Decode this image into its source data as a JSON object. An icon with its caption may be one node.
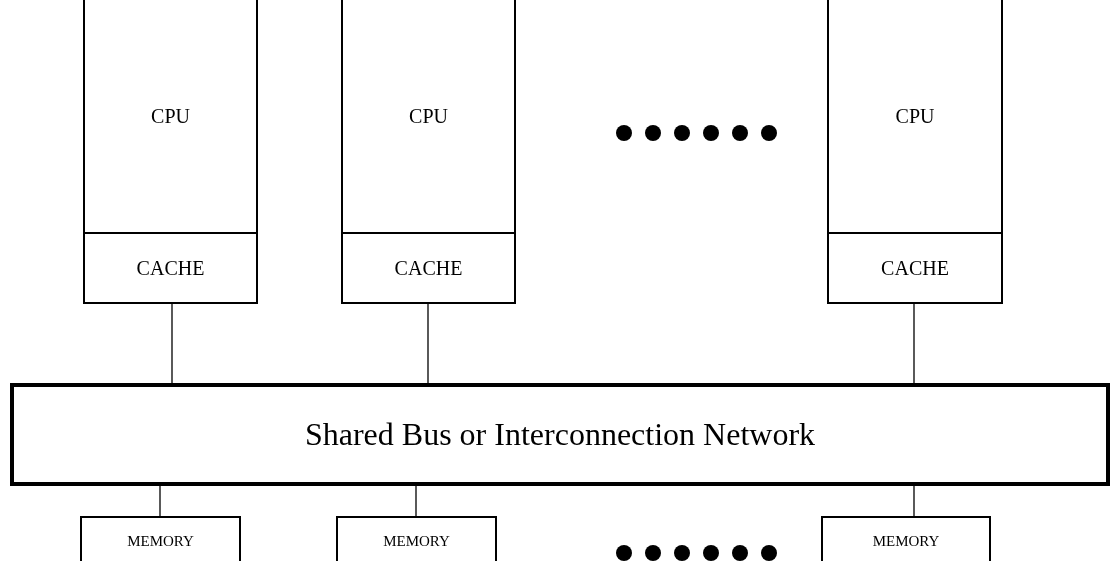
{
  "diagram": {
    "nodes": [
      {
        "text": [
          "CPU"
        ]
      },
      {
        "text": [
          "CACHE"
        ]
      },
      {
        "text": [
          "CPU"
        ]
      },
      {
        "text": [
          "CACHE"
        ]
      },
      {
        "text": [
          "CPU"
        ]
      },
      {
        "text": [
          "CACHE"
        ]
      },
      {
        "text": [
          "Shared Bus or Interconnection Network"
        ]
      },
      {
        "text": [
          "MEMORY"
        ]
      },
      {
        "text": [
          "MEMORY"
        ]
      },
      {
        "text": [
          "MEMORY"
        ]
      }
    ],
    "edges": [
      {
        "from": 1,
        "to": 6,
        "arrow": "none"
      },
      {
        "from": 3,
        "to": 6,
        "arrow": "none"
      },
      {
        "from": 5,
        "to": 6,
        "arrow": "none"
      },
      {
        "from": 6,
        "to": 7,
        "arrow": "none"
      },
      {
        "from": 6,
        "to": 8,
        "arrow": "none"
      },
      {
        "from": 6,
        "to": 9,
        "arrow": "none"
      }
    ]
  }
}
